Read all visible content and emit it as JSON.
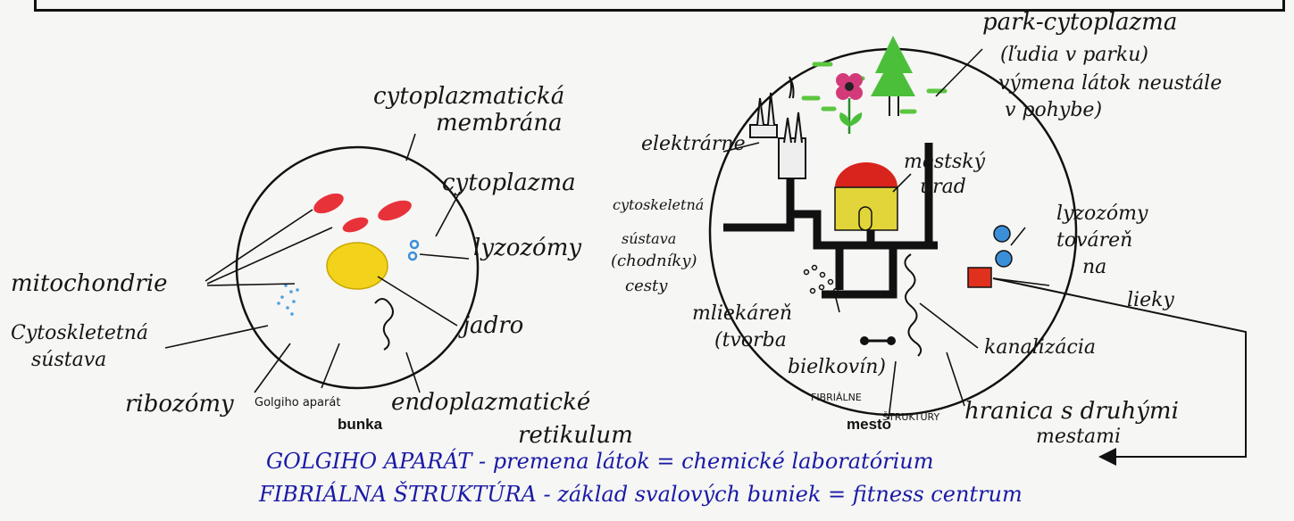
{
  "cell": {
    "caption": "bunka",
    "labels": {
      "membrane": [
        "cytoplazmatická",
        "membrána"
      ],
      "cytoplasm": "cytoplazma",
      "lysosomes": "lyzozómy",
      "mitochondria": "mitochondrie",
      "cytoskeleton": [
        "Cytoskletetná",
        "sústava"
      ],
      "nucleus": "jadro",
      "ribosomes": "ribozómy",
      "golgi": "Golgiho aparát",
      "er": [
        "endoplazmatické",
        "retikulum"
      ]
    }
  },
  "city": {
    "caption": "mesto",
    "labels": {
      "park": [
        "park-cytoplazma",
        "(ľudia v parku)",
        "výmena látok neustále",
        "v pohybe)"
      ],
      "power": "elektrárne",
      "townhall": [
        "mestský",
        "úrad"
      ],
      "sidewalks": [
        "cytoskeletná",
        "sústava",
        "(chodníky)",
        "cesty"
      ],
      "lysosomes": "lyzozómy",
      "factory": [
        "továreň",
        "na",
        "lieky"
      ],
      "dairy": [
        "mliekáreň",
        "(tvorba",
        "bielkovín)"
      ],
      "sewer": "kanalizácia",
      "fibrilar": [
        "FIBRIÁLNE",
        "ŠTRUKTÚRY"
      ],
      "border": [
        "hranica s druhými",
        "mestami"
      ]
    }
  },
  "notes": [
    "GOLGIHO APARÁT - premena látok = chemické laboratórium",
    "FIBRIÁLNA ŠTRUKTÚRA - základ svalových buniek = fitness centrum"
  ],
  "colors": {
    "ink": "#151515",
    "note_ink": "#1a1aa6",
    "mito": "#e8323a",
    "nucleus": "#f2d21a",
    "lyso": "#3b8fd8",
    "townhall_roof": "#d8241c",
    "townhall": "#e2d53a",
    "tree": "#4bbf3a",
    "flower": "#d33a7a"
  }
}
